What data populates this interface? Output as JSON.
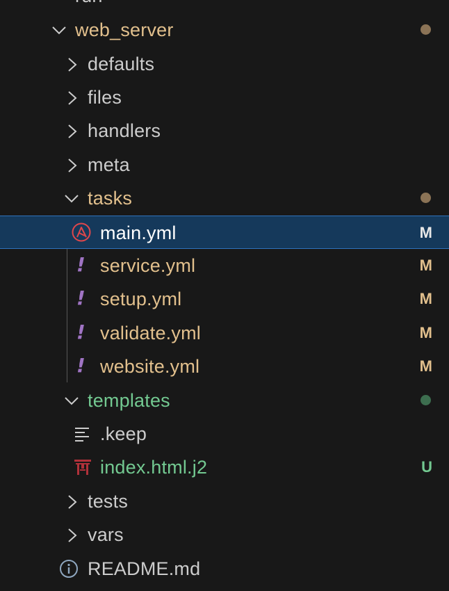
{
  "explorer": {
    "partial_top_label": "run",
    "rows": [
      {
        "label": "web_server",
        "status": "",
        "status_dot": true
      },
      {
        "label": "defaults",
        "status": ""
      },
      {
        "label": "files",
        "status": ""
      },
      {
        "label": "handlers",
        "status": ""
      },
      {
        "label": "meta",
        "status": ""
      },
      {
        "label": "tasks",
        "status": "",
        "status_dot": true
      },
      {
        "label": "main.yml",
        "status": "M",
        "icon": "ansible-icon",
        "selected": true
      },
      {
        "label": "service.yml",
        "status": "M",
        "icon": "yaml-icon"
      },
      {
        "label": "setup.yml",
        "status": "M",
        "icon": "yaml-icon"
      },
      {
        "label": "validate.yml",
        "status": "M",
        "icon": "yaml-icon"
      },
      {
        "label": "website.yml",
        "status": "M",
        "icon": "yaml-icon"
      },
      {
        "label": "templates",
        "status": "",
        "status_dot": true
      },
      {
        "label": ".keep",
        "status": "",
        "icon": "lines-icon"
      },
      {
        "label": "index.html.j2",
        "status": "U",
        "icon": "jinja-icon"
      },
      {
        "label": "tests",
        "status": ""
      },
      {
        "label": "vars",
        "status": ""
      },
      {
        "label": "README.md",
        "status": "",
        "icon": "info-icon"
      }
    ]
  },
  "colors": {
    "background": "#181818",
    "selection_bg": "#15395b",
    "selection_border": "#2f73bd",
    "modified": "#e2c08d",
    "untracked": "#73c991",
    "modified_dot": "#8b7356",
    "untracked_dot": "#3d6e4f",
    "text": "#cccccc",
    "yaml_icon": "#a074c4",
    "ansible_icon": "#e0474b",
    "jinja_icon": "#b0313a",
    "info_icon": "#8fa7c0"
  }
}
